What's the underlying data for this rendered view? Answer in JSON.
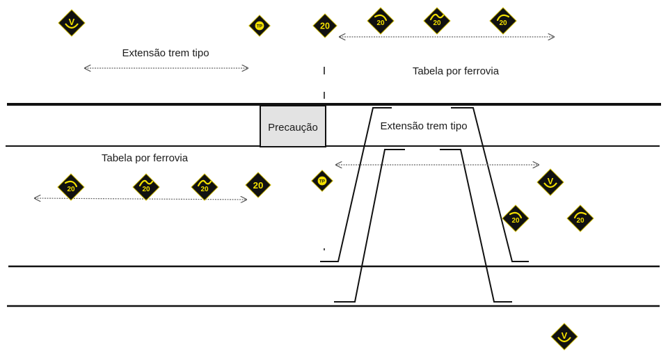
{
  "labels": {
    "extensao_top": "Extensão trem tipo",
    "tabela_top": "Tabela por ferrovia",
    "precaucao": "Precaução",
    "extensao_middle": "Extensão trem tipo",
    "tabela_left": "Tabela por ferrovia"
  },
  "sign_texts": {
    "speed": "20",
    "tp": "TP",
    "v": "V"
  },
  "colors": {
    "sign_fill": "#111111",
    "sign_symbol": "#f3e000",
    "line": "#111111",
    "box_fill": "#e3e3e3",
    "arrow": "#666666"
  },
  "signs": [
    {
      "name": "v-sign-top-left",
      "type": "v"
    },
    {
      "name": "tp-sign-top",
      "type": "tp"
    },
    {
      "name": "speed-sign-top",
      "type": "speed"
    },
    {
      "name": "speed-curve-left-sign-top",
      "type": "curve-left"
    },
    {
      "name": "speed-reverse-curve-sign-top",
      "type": "reverse-curve"
    },
    {
      "name": "speed-curve-right-sign-top",
      "type": "curve-right"
    },
    {
      "name": "speed-curve-left-sign-left",
      "type": "curve-left"
    },
    {
      "name": "speed-reverse-curve-sign-left-1",
      "type": "reverse-curve"
    },
    {
      "name": "speed-reverse-curve-sign-left-2",
      "type": "reverse-curve"
    },
    {
      "name": "speed-sign-left",
      "type": "speed"
    },
    {
      "name": "tp-sign-middle",
      "type": "tp"
    },
    {
      "name": "v-sign-right",
      "type": "v"
    },
    {
      "name": "speed-curve-left-sign-right",
      "type": "curve-left"
    },
    {
      "name": "speed-curve-right-sign-right",
      "type": "curve-right"
    },
    {
      "name": "v-sign-bottom",
      "type": "v"
    }
  ]
}
